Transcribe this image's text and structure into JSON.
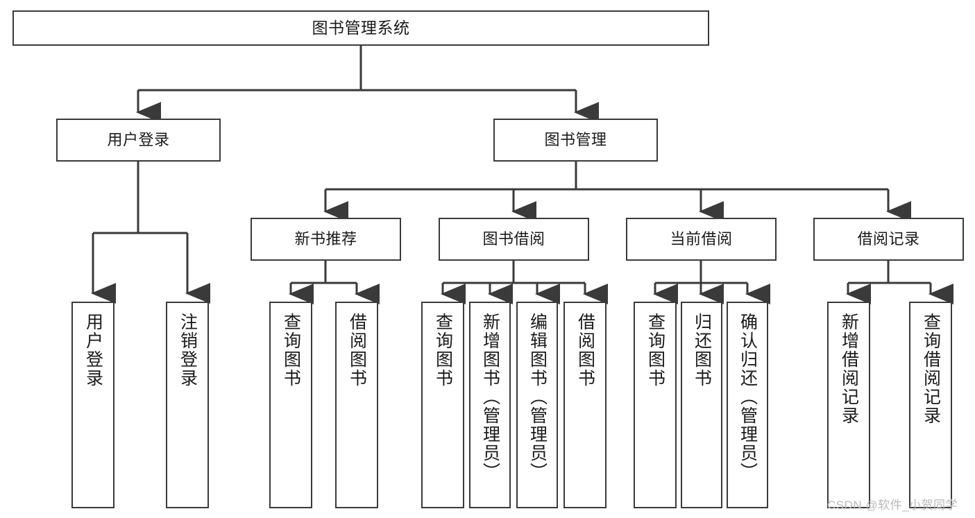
{
  "diagram": {
    "title": "图书管理系统",
    "type": "tree-hierarchy",
    "root": {
      "label": "图书管理系统"
    },
    "level2": [
      {
        "label": "用户登录"
      },
      {
        "label": "图书管理"
      }
    ],
    "level3": [
      {
        "label": "新书推荐"
      },
      {
        "label": "图书借阅"
      },
      {
        "label": "当前借阅"
      },
      {
        "label": "借阅记录"
      }
    ],
    "leaves": {
      "user_login": [
        {
          "label": "用户登录"
        },
        {
          "label": "注销登录"
        }
      ],
      "new_book_recommend": [
        {
          "label": "查询图书"
        },
        {
          "label": "借阅图书"
        }
      ],
      "book_borrow": [
        {
          "label": "查询图书"
        },
        {
          "label": "新增图书（管理员）"
        },
        {
          "label": "编辑图书（管理员）"
        },
        {
          "label": "借阅图书"
        }
      ],
      "current_borrow": [
        {
          "label": "查询图书"
        },
        {
          "label": "归还图书"
        },
        {
          "label": "确认归还（管理员）"
        }
      ],
      "borrow_record": [
        {
          "label": "新增借阅记录"
        },
        {
          "label": "查询借阅记录"
        }
      ]
    }
  },
  "watermark": {
    "text": "CSDN @软件_小贺同学"
  },
  "colors": {
    "border": "#3a3a3a",
    "line": "#3a3a3a",
    "text": "#1a1a1a",
    "background": "#ffffff",
    "watermark": "#b9b9b9"
  }
}
